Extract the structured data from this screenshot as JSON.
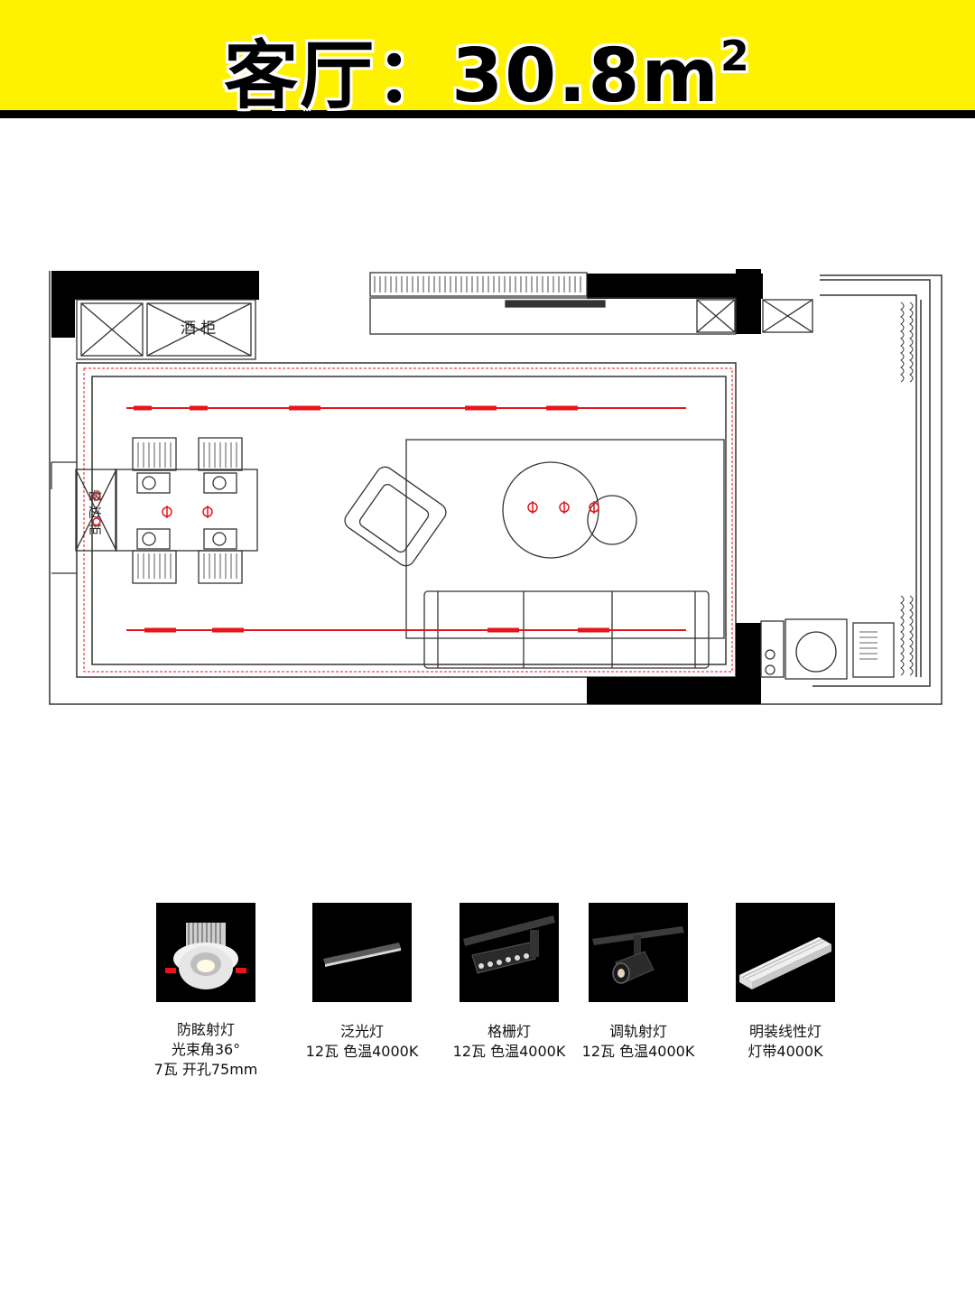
{
  "banner": {
    "title_main": "客厅：30.8m",
    "title_sup": "2"
  },
  "plan": {
    "wine_cabinet_label": "酒 柜",
    "side_cabinet_label": "餐 边 柜",
    "colors": {
      "wall": "#000000",
      "line": "#333333",
      "light": "#e8141b"
    }
  },
  "fixtures": [
    {
      "icon": "anti-glare-spotlight-icon",
      "lines": [
        "防眩射灯",
        "光束角36°",
        "7瓦  开孔75mm"
      ]
    },
    {
      "icon": "floodlight-icon",
      "lines": [
        "泛光灯",
        "12瓦  色温4000K"
      ]
    },
    {
      "icon": "grille-light-icon",
      "lines": [
        "格栅灯",
        "12瓦  色温4000K"
      ]
    },
    {
      "icon": "track-spotlight-icon",
      "lines": [
        "调轨射灯",
        "12瓦  色温4000K"
      ]
    },
    {
      "icon": "linear-light-strip-icon",
      "lines": [
        "明装线性灯",
        "灯带4000K"
      ]
    }
  ]
}
